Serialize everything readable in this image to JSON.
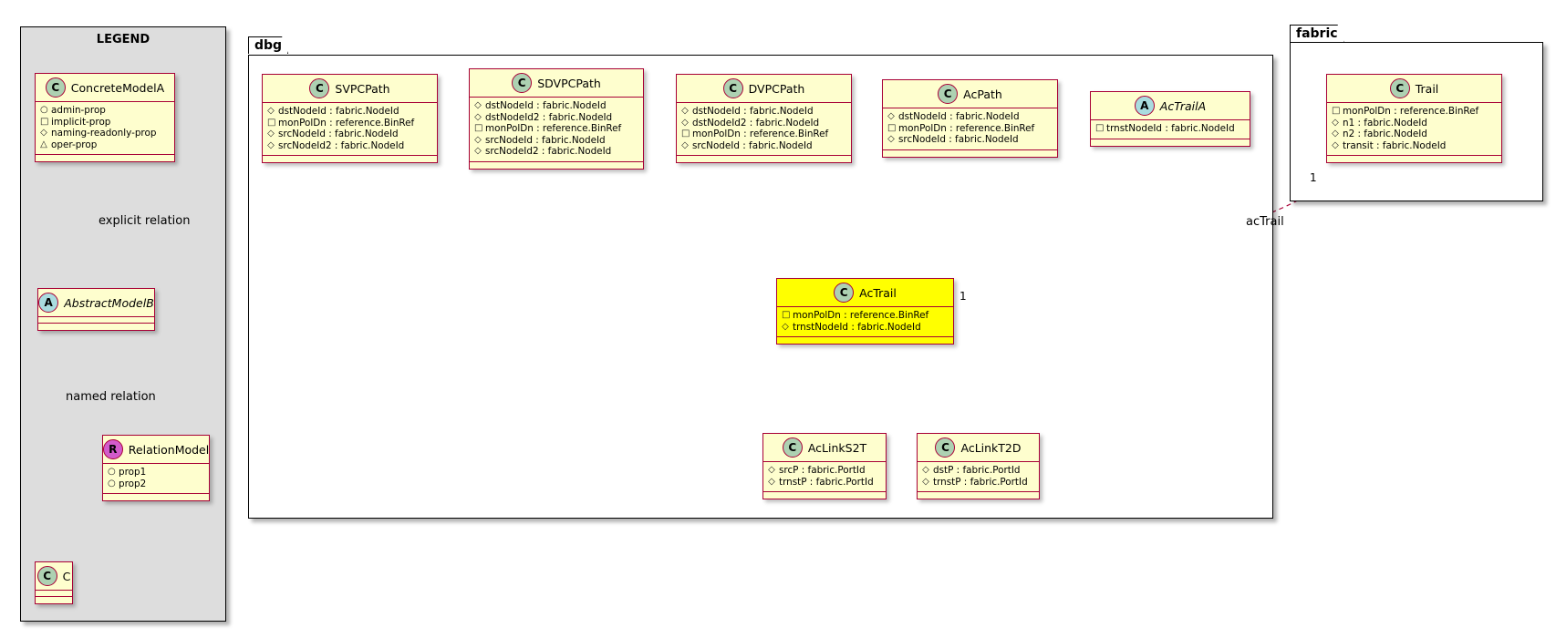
{
  "packages": {
    "dbg": "dbg",
    "fabric": "fabric"
  },
  "legend": {
    "title": "LEGEND",
    "concrete": {
      "name": "ConcreteModelA",
      "attrs": [
        {
          "vis": "+",
          "text": "admin-prop"
        },
        {
          "vis": "-",
          "text": "implicit-prop"
        },
        {
          "vis": "#",
          "text": "naming-readonly-prop"
        },
        {
          "vis": "~",
          "text": "oper-prop"
        }
      ]
    },
    "abstract": {
      "name": "AbstractModelB"
    },
    "relation": {
      "name": "RelationModel",
      "attrs": [
        {
          "vis": "+",
          "text": "prop1"
        },
        {
          "vis": "+",
          "text": "prop2"
        }
      ]
    },
    "c": {
      "name": "C"
    },
    "explicit_label": "explicit relation",
    "named_label": "named relation"
  },
  "classes": {
    "svpcpath": {
      "name": "SVPCPath",
      "attrs": [
        {
          "vis": "#",
          "text": "dstNodeId : fabric.NodeId"
        },
        {
          "vis": "-",
          "text": "monPolDn : reference.BinRef"
        },
        {
          "vis": "#",
          "text": "srcNodeId : fabric.NodeId"
        },
        {
          "vis": "#",
          "text": "srcNodeId2 : fabric.NodeId"
        }
      ]
    },
    "sdvpcpath": {
      "name": "SDVPCPath",
      "attrs": [
        {
          "vis": "#",
          "text": "dstNodeId : fabric.NodeId"
        },
        {
          "vis": "#",
          "text": "dstNodeId2 : fabric.NodeId"
        },
        {
          "vis": "-",
          "text": "monPolDn : reference.BinRef"
        },
        {
          "vis": "#",
          "text": "srcNodeId : fabric.NodeId"
        },
        {
          "vis": "#",
          "text": "srcNodeId2 : fabric.NodeId"
        }
      ]
    },
    "dvpcpath": {
      "name": "DVPCPath",
      "attrs": [
        {
          "vis": "#",
          "text": "dstNodeId : fabric.NodeId"
        },
        {
          "vis": "#",
          "text": "dstNodeId2 : fabric.NodeId"
        },
        {
          "vis": "-",
          "text": "monPolDn : reference.BinRef"
        },
        {
          "vis": "#",
          "text": "srcNodeId : fabric.NodeId"
        }
      ]
    },
    "acpath": {
      "name": "AcPath",
      "attrs": [
        {
          "vis": "#",
          "text": "dstNodeId : fabric.NodeId"
        },
        {
          "vis": "-",
          "text": "monPolDn : reference.BinRef"
        },
        {
          "vis": "#",
          "text": "srcNodeId : fabric.NodeId"
        }
      ]
    },
    "actraila": {
      "name": "AcTrailA",
      "attrs": [
        {
          "vis": "-",
          "text": "trnstNodeId : fabric.NodeId"
        }
      ]
    },
    "actrail": {
      "name": "AcTrail",
      "attrs": [
        {
          "vis": "-",
          "text": "monPolDn : reference.BinRef"
        },
        {
          "vis": "#",
          "text": "trnstNodeId : fabric.NodeId"
        }
      ]
    },
    "aclinks2t": {
      "name": "AcLinkS2T",
      "attrs": [
        {
          "vis": "#",
          "text": "srcP : fabric.PortId"
        },
        {
          "vis": "#",
          "text": "trnstP : fabric.PortId"
        }
      ]
    },
    "aclinkt2d": {
      "name": "AcLinkT2D",
      "attrs": [
        {
          "vis": "#",
          "text": "dstP : fabric.PortId"
        },
        {
          "vis": "#",
          "text": "trnstP : fabric.PortId"
        }
      ]
    },
    "trail": {
      "name": "Trail",
      "attrs": [
        {
          "vis": "-",
          "text": "monPolDn : reference.BinRef"
        },
        {
          "vis": "#",
          "text": "n1 : fabric.NodeId"
        },
        {
          "vis": "#",
          "text": "n2 : fabric.NodeId"
        },
        {
          "vis": "#",
          "text": "transit : fabric.NodeId"
        }
      ]
    }
  },
  "relation_labels": {
    "actrail": "acTrail",
    "mult_source": "1",
    "mult_target": "1"
  },
  "colors": {
    "border": "#a80036",
    "class_fill": "#fefece",
    "highlight_fill": "#ffff00",
    "legend_fill": "#dddddd"
  }
}
